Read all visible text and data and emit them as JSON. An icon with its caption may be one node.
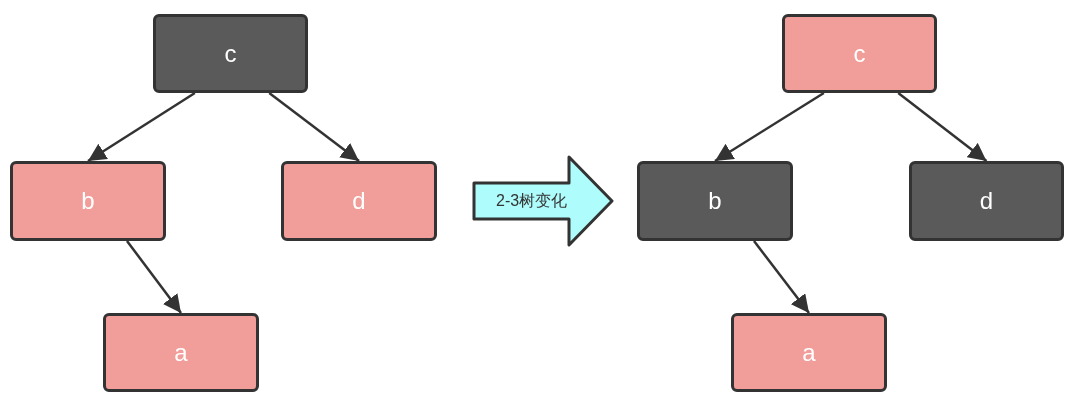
{
  "diagram": {
    "nodes": [
      {
        "text": [
          "c"
        ]
      },
      {
        "text": [
          "b"
        ]
      },
      {
        "text": [
          "d"
        ]
      },
      {
        "text": [
          "a"
        ]
      },
      {
        "text": [
          "c"
        ]
      },
      {
        "text": [
          "b"
        ]
      },
      {
        "text": [
          "d"
        ]
      },
      {
        "text": [
          "a"
        ]
      }
    ],
    "edges": [
      {
        "from": 0,
        "to": 1,
        "arrow": "to"
      },
      {
        "from": 0,
        "to": 2,
        "arrow": "to"
      },
      {
        "from": 1,
        "to": 3,
        "arrow": "to"
      },
      {
        "from": 2,
        "to": 5,
        "arrow": "to",
        "label": "2-3树变化"
      },
      {
        "from": 4,
        "to": 5,
        "arrow": "to"
      },
      {
        "from": 4,
        "to": 6,
        "arrow": "to"
      },
      {
        "from": 5,
        "to": 7,
        "arrow": "to"
      }
    ]
  }
}
